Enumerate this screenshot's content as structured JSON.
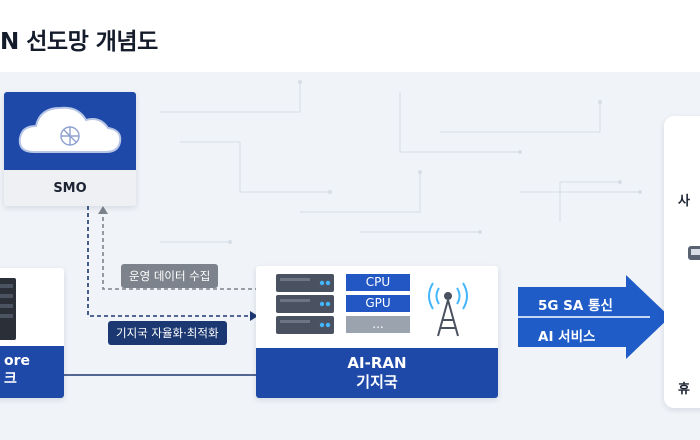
{
  "title": "N 선도망 개념도",
  "smo": {
    "label": "SMO"
  },
  "flows": {
    "collect": "운영 데이터 수집",
    "optimize": "기지국 자율화·최적화"
  },
  "core": {
    "line1": "ore",
    "line2": "크"
  },
  "base_station": {
    "line1": "AI-RAN",
    "line2": "기지국"
  },
  "chips": {
    "cpu": "CPU",
    "gpu": "GPU",
    "more": "..."
  },
  "services": {
    "line1": "5G SA 통신",
    "line2": "AI 서비스"
  },
  "right_panel": {
    "top_text": "사",
    "bottom_text": "휴"
  },
  "colors": {
    "brand_blue": "#1f49a8",
    "arrow_blue": "#1f5cc8",
    "dark_navy": "#1c3872",
    "gray": "#7d838c"
  }
}
